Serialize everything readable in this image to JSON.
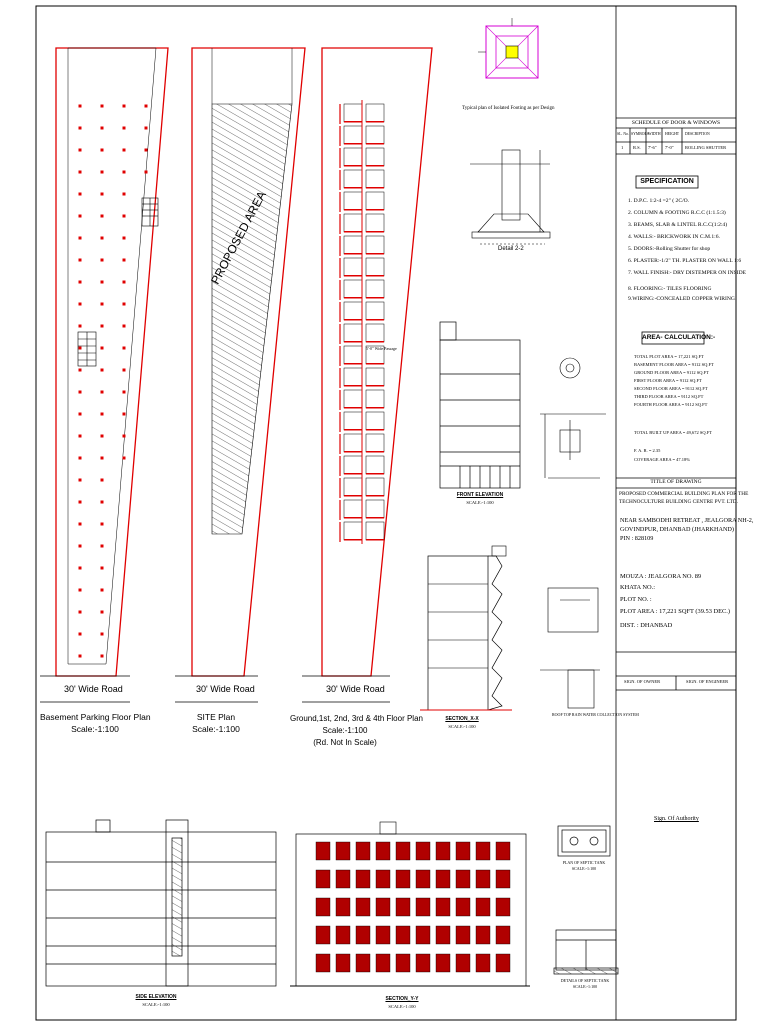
{
  "plans": {
    "basement": {
      "road": "30' Wide Road",
      "title": "Basement Parking Floor Plan",
      "scale": "Scale:-1:100"
    },
    "site": {
      "road": "30' Wide Road",
      "title": "SITE Plan",
      "scale": "Scale:-1:100",
      "area_label": "PROPOSED AREA"
    },
    "ground": {
      "road": "30' Wide Road",
      "title": "Ground,1st, 2nd, 3rd & 4th Floor Plan",
      "scale": "Scale:-1:100",
      "note": "(Rd. Not In Scale)",
      "passage": "5'-0\" Wide Passage"
    }
  },
  "footing": {
    "caption": "Typical plan of Isolated Footing as per Design",
    "detail": "Detail 2-2"
  },
  "front_elevation": {
    "title": "FRONT ELEVATION",
    "scale": "SCALE:-1:100"
  },
  "section_xx": {
    "title": "SECTION_X-X",
    "scale": "SCALE:-1:100"
  },
  "rainwater": {
    "title": "ROOF TOP RAIN WATER COLLECTION SYSTEM"
  },
  "side_elevation": {
    "title": "SIDE ELEVATION",
    "scale": "SCALE:-1:100"
  },
  "section_yy": {
    "title": "SECTION_Y-Y",
    "scale": "SCALE:-1:100"
  },
  "septic": {
    "plan": "PLAN OF SEPTIC TANK",
    "details": "DETAILS OF SEPTIC TANK",
    "scale": "SCALE:-1:100"
  },
  "schedule": {
    "title": "SCHEDULE OF DOOR & WINDOWS",
    "headers": [
      "SL. No.",
      "SYMBOLS",
      "WIDTH",
      "HEIGHT",
      "DESCRIPTION"
    ],
    "rows": [
      [
        "1",
        "R.S.",
        "7'-6\"",
        "7'-0\"",
        "ROLLING SHUTTER"
      ]
    ]
  },
  "specification": {
    "title": "SPECIFICATION",
    "items": [
      "1. D.P.C. 1:2-4 =2\" ( 2C/O.",
      "2. COLUMN & FOOTING R.C.C (1:1.5:3)",
      "3. BEAMS, SLAB & LINTEL  R.C.C(1:2:4)",
      "4. WALLS:- BRICKWORK IN C.M.1:6.",
      "5. DOORS:-Rolling Shutter for shop",
      "6. PLASTER:-1/2\" TH. PLASTER ON WALL 1:6",
      "7. WALL FINISH:- DRY DISTEMPER ON INSIDE",
      "8. FLOORING:- TILES FLOORING",
      "9.WIRING:-CONCEALED COPPER WIRING."
    ]
  },
  "area": {
    "title": "AREA- CALCULATION:-",
    "rows": [
      "TOTAL PLOT AREA       = 17,221 SQ.FT",
      "BASEMENT FLOOR AREA = 9112 SQ.FT",
      "GROUND FLOOR AREA = 9112 SQ.FT",
      "FIRST FLOOR AREA     = 9112 SQ.FT",
      "SECOND FLOOR AREA  = 9112 SQ.FT",
      "THIRD FLOOR AREA    = 9112 SQ.FT",
      "FOURTH FLOOR AREA  = 9112 SQ.FT"
    ],
    "total": "TOTAL BUILT UP AREA  = 49,672 SQ.FT",
    "far": "F. A. R.              = 2.35",
    "coverage": "COVERAGE AREA      = 47.18%"
  },
  "title_block": {
    "heading": "TITLE OF DRAWING",
    "project_1": "PROPOSED COMMERCIAL BUILDING PLAN FOR  THE",
    "project_2": "TECHNOCULTURE  BUILDING  CENTRE  PVT. LTD.",
    "address_1": "NEAR SAMBODHI RETREAT , JEALGORA NH-2,",
    "address_2": "GOVINDPUR, DHANBAD (JHARKHAND)",
    "pin": "PIN : 828109",
    "mouza": "MOUZA      : JEALGORA NO. 89",
    "khata": "KHATA NO.:",
    "plot_no": "PLOT NO.    :",
    "plot_area": "PLOT AREA  : 17,221 SQFT (39.53 DEC.)",
    "dist": "DIST.           : DHANBAD",
    "sign_owner": "SIGN. OF OWNER",
    "sign_engineer": "SIGN. OF ENGINEER",
    "sign_authority": "Sign. Of Authority"
  },
  "colors": {
    "red": "#e00000",
    "line": "#000000",
    "hatch": "#333333",
    "magenta": "#d400d4"
  }
}
